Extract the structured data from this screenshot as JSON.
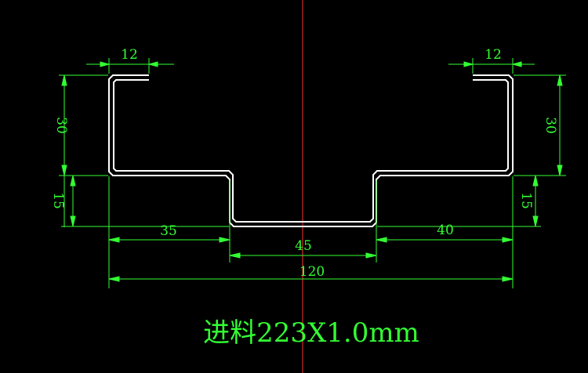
{
  "colors": {
    "background": "#000000",
    "profile": "#ffffff",
    "dimension": "#33ff33",
    "centerline": "#ff3333"
  },
  "dimensions": {
    "top_left_flange": "12",
    "top_right_flange": "12",
    "left_height": "30",
    "right_height": "30",
    "left_step": "15",
    "right_step": "15",
    "left_width": "35",
    "center_width": "45",
    "right_width": "40",
    "total_width": "120"
  },
  "title": "进料223X1.0mm"
}
